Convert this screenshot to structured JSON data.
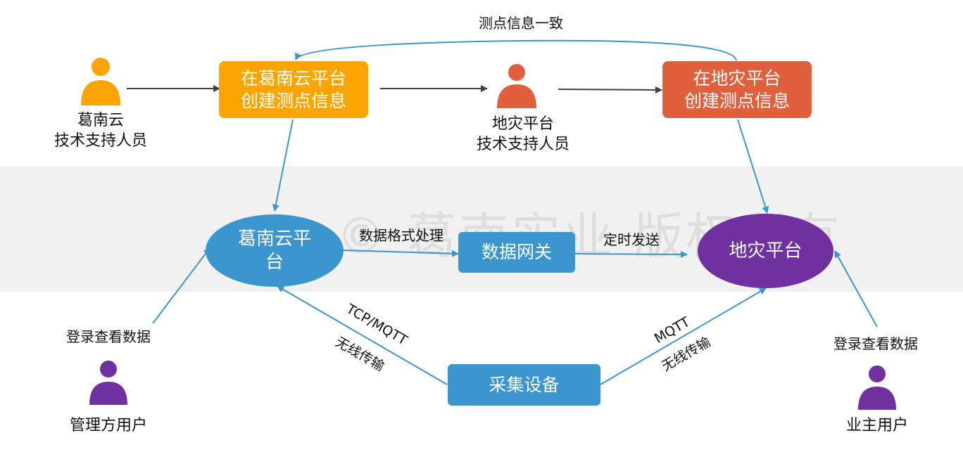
{
  "watermark": "© 葛南实业 版权所有",
  "colors": {
    "orange": "#fca400",
    "red_orange": "#e05f3c",
    "blue": "#3b96cf",
    "purple": "#7030a0",
    "arrow_dark": "#404040",
    "arrow_blue": "#3b96cf"
  },
  "nodes": {
    "genan_create": "在葛南云平台\n创建测点信息",
    "disaster_create": "在地灾平台\n创建测点信息",
    "genan_platform": "葛南云平\n台",
    "data_gateway": "数据网关",
    "disaster_platform": "地灾平台",
    "collector": "采集设备"
  },
  "actors": {
    "genan_support": "葛南云\n技术支持人员",
    "disaster_support": "地灾平台\n技术支持人员",
    "admin_user": "管理方用户",
    "owner_user": "业主用户"
  },
  "edges": {
    "consistency": "测点信息一致",
    "format_processing": "数据格式处理",
    "scheduled_send": "定时发送",
    "tcp_mqtt": "TCP/MQTT",
    "wireless_left": "无线传输",
    "mqtt": "MQTT",
    "wireless_right": "无线传输",
    "login_view_left": "登录查看数据",
    "login_view_right": "登录查看数据"
  }
}
